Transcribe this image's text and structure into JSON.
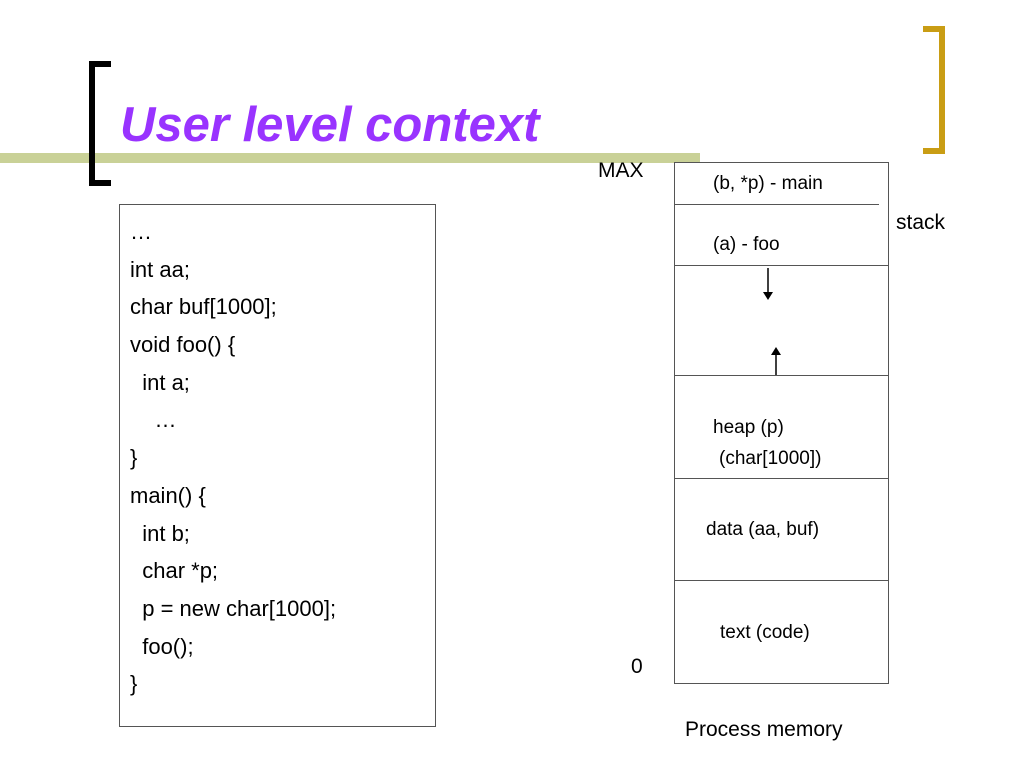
{
  "slide": {
    "title": "User level context"
  },
  "code": {
    "lines": [
      "…",
      "int aa;",
      "char buf[1000];",
      "void foo() {",
      "  int a;",
      "    …",
      "}",
      "main() {",
      "  int b;",
      "  char *p;",
      "  p = new char[1000];",
      "  foo();",
      "}"
    ]
  },
  "memory": {
    "max_label": "MAX",
    "zero_label": "0",
    "caption": "Process memory",
    "stack_label": "stack",
    "segments": {
      "main_frame": "(b, *p) - main",
      "foo_frame": "(a) - foo",
      "heap_line1": "heap (p)",
      "heap_line2": "(char[1000])",
      "data": "data (aa, buf)",
      "text": "text (code)"
    },
    "colors": {
      "title": "#9933ff",
      "accent_bar": "#c9d197",
      "right_bracket": "#c99d14"
    }
  }
}
